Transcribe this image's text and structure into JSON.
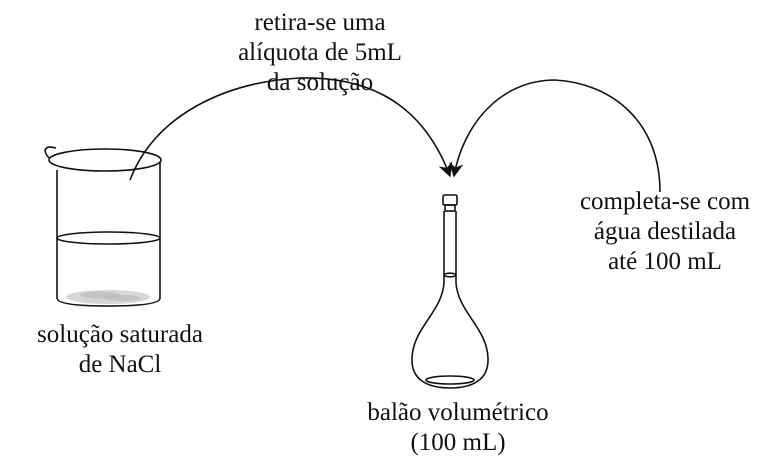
{
  "beaker": {
    "label_line1": "solução saturada",
    "label_line2": "de NaCl"
  },
  "flask": {
    "label_line1": "balão volumétrico",
    "label_line2": "(100 mL)"
  },
  "step_transfer": {
    "line1": "retira-se uma",
    "line2": "alíquota de 5mL",
    "line3": "da solução"
  },
  "step_dilute": {
    "line1": "completa-se com",
    "line2": "água destilada",
    "line3": "até 100 mL"
  },
  "colors": {
    "stroke": "#111111",
    "background": "#ffffff"
  }
}
